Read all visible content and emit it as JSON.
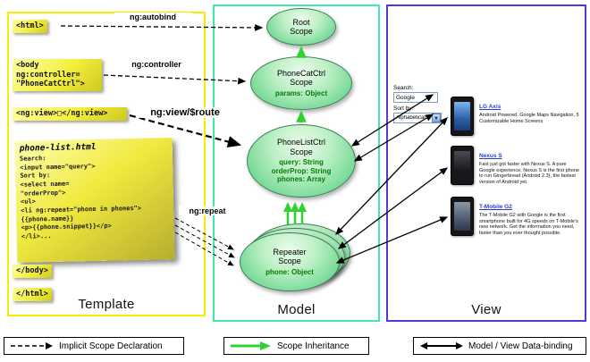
{
  "colors": {
    "template-border": "#f4ef00",
    "model-border": "#3fe9ae",
    "view-border": "#5a36d8",
    "sticky-yellow": "#f2ee3c",
    "scope-fill": "#7edc9c",
    "inheritance-green": "#2fd32f",
    "link-blue": "#2b3cd0"
  },
  "template_panel": {
    "label": "Template",
    "html_open": "<html>",
    "body_open": "<body\nng:controller=\n\"PhoneCatCtrl\">",
    "ng_view": "<ng:view>□</ng:view>",
    "body_close": "</body>",
    "html_close": "</html>",
    "note_title": "phone-list.html",
    "note_code": "Search:\n<input name=\"query\">\nSort by:\n<select name=\n\"orderProp\">\n<ul>\n<li ng:repeat=\"phone in phones\">\n{{phone.name}}\n<p>{{phone.snippet}}</p>\n</li>..."
  },
  "model_panel": {
    "label": "Model",
    "scopes": [
      {
        "title": "Root\nScope",
        "props": ""
      },
      {
        "title": "PhoneCatCtrl\nScope",
        "props": "params: Object"
      },
      {
        "title": "PhoneListCtrl\nScope",
        "props": "query: String\norderProp: String\nphones: Array"
      },
      {
        "title": "Repeater\nScope",
        "props": "phone: Object"
      }
    ]
  },
  "arrow_labels": {
    "autobind": "ng:autobind",
    "controller": "ng:controller",
    "view_route": "ng:view/$route",
    "repeat": "ng:repeat"
  },
  "view_panel": {
    "label": "View",
    "search_label": "Search:",
    "search_value": "Google",
    "sort_label": "Sort by:",
    "sort_value": "Alphabetical",
    "phones": [
      {
        "name": "LG Axis",
        "description": "Android Powered, Google Maps Navigation, 5 Customizable Home Screens"
      },
      {
        "name": "Nexus S",
        "description": "Fast just got faster with Nexus S. A pure Google experience, Nexus S is the first phone to run Gingerbread (Android 2.3), the fastest version of Android yet."
      },
      {
        "name": "T-Mobile G2",
        "description": "The T-Mobile G2 with Google is the first smartphone built for 4G speeds on T-Mobile's new network. Get the information you need, faster than you ever thought possible."
      }
    ]
  },
  "legend": {
    "items": [
      {
        "label": "Implicit Scope Declaration"
      },
      {
        "label": "Scope Inheritance"
      },
      {
        "label": "Model / View Data-binding"
      }
    ]
  }
}
